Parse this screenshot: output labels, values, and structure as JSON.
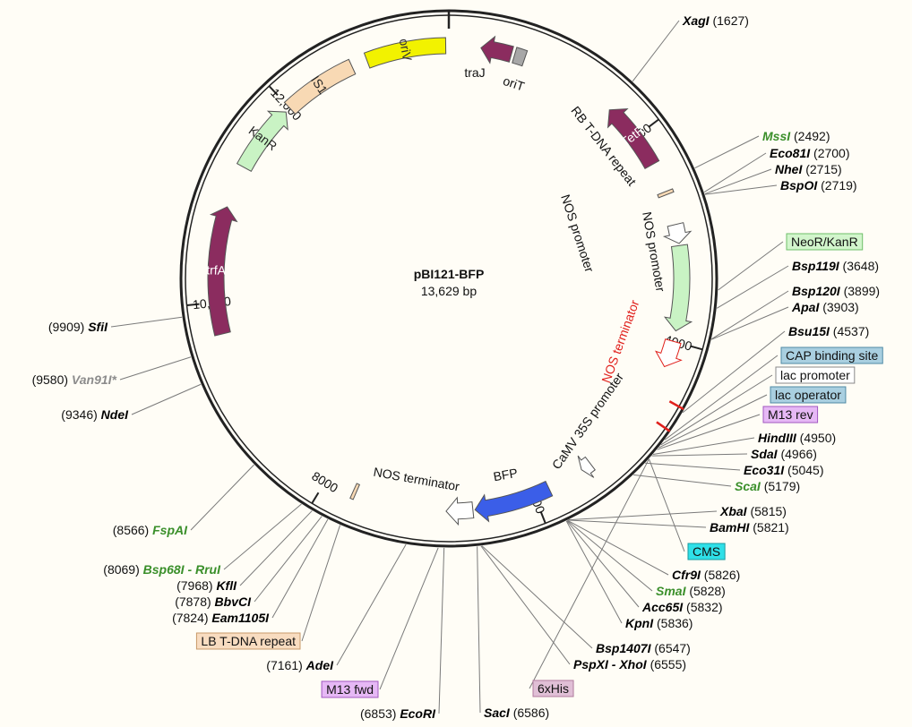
{
  "plasmid": {
    "name": "pBI121-BFP",
    "size_label": "13,629 bp",
    "length": 13629
  },
  "colors": {
    "background": "#fffdf6",
    "backbone": "#222222",
    "enzyme_unique": "#000000",
    "enzyme_green": "#3a8f2a",
    "enzyme_gray": "#8c8c8c",
    "oriV": "#f2f200",
    "traJ": "#8b2c5f",
    "oriT": "#a7a7a7",
    "TetR": "#8b2c5f",
    "trfA": "#8b2c5f",
    "IS1": "#f8d9b4",
    "KanR": "#c9f3c4",
    "NeoR": "#c9f3c4",
    "BFP": "#3b5ee8",
    "promoter": "#ffffff",
    "terminator_red": "#e0201c",
    "LB_T-DNA": "#f8d9b4",
    "RB_T-DNA": "#f8d9b4"
  },
  "ticks": [
    {
      "pos": 2000,
      "label": "2000"
    },
    {
      "pos": 4000,
      "label": "4000"
    },
    {
      "pos": 6000,
      "label": "6000"
    },
    {
      "pos": 8000,
      "label": "8000"
    },
    {
      "pos": 10000,
      "label": "10,000"
    },
    {
      "pos": 12000,
      "label": "12,000"
    }
  ],
  "features": [
    {
      "id": "oriV",
      "label": "oriV",
      "start": 12850,
      "end": 13600,
      "shape": "box",
      "color": "#f2f200",
      "text_color": "#333333",
      "label_inside": true
    },
    {
      "id": "traJ",
      "label": "traJ",
      "start": 300,
      "end": 590,
      "shape": "arrow_ccw",
      "color": "#8b2c5f",
      "label_inside": false
    },
    {
      "id": "oriT",
      "label": "oriT",
      "start": 620,
      "end": 720,
      "shape": "box",
      "color": "#a7a7a7",
      "label_inside": false
    },
    {
      "id": "TetR",
      "label": "TetR",
      "start": 1650,
      "end": 2300,
      "shape": "arrow_ccw",
      "color": "#8b2c5f",
      "text_color": "#ffffff",
      "label_inside": true
    },
    {
      "id": "RB",
      "label": "RB T-DNA repeat",
      "start": 2580,
      "end": 2610,
      "shape": "box",
      "color": "#f8d9b4",
      "label_inside": false
    },
    {
      "id": "NOSp1",
      "label": "NOS promoter",
      "start": 2900,
      "end": 3080,
      "shape": "arrow_cw",
      "color": "#ffffff",
      "label_inside": false
    },
    {
      "id": "NeoR",
      "label": "NeoR/KanR",
      "start": 3100,
      "end": 3900,
      "shape": "arrow_cw",
      "color": "#c9f3c4",
      "label_inside": false
    },
    {
      "id": "NOSt_red",
      "label": "NOS terminator",
      "start": 4000,
      "end": 4250,
      "shape": "arrow_cw",
      "color": "#ffffff",
      "stroke": "#e0201c",
      "label_inside": false
    },
    {
      "id": "CaMV",
      "label": "CaMV 35S promoter",
      "start": 5400,
      "end": 5500,
      "shape": "arrow_cw",
      "color": "#ffffff",
      "label_inside": false
    },
    {
      "id": "BFP",
      "label": "BFP",
      "start": 5850,
      "end": 6570,
      "shape": "arrow_cw",
      "color": "#3b5ee8",
      "label_inside": false
    },
    {
      "id": "NOSt2",
      "label": "NOS terminator",
      "start": 6590,
      "end": 6840,
      "shape": "arrow_cw",
      "color": "#ffffff",
      "label_inside": false
    },
    {
      "id": "LB",
      "label": "LB T-DNA repeat",
      "start": 7700,
      "end": 7730,
      "shape": "box",
      "color": "#f8d9b4",
      "label_inside": false
    },
    {
      "id": "trfA",
      "label": "trfA",
      "start": 9700,
      "end": 10900,
      "shape": "arrow_cw",
      "color": "#8b2c5f",
      "text_color": "#ffffff",
      "label_inside": true
    },
    {
      "id": "KanR",
      "label": "KanR",
      "start": 11300,
      "end": 11950,
      "shape": "arrow_cw",
      "color": "#c9f3c4",
      "label_inside": true
    },
    {
      "id": "IS1",
      "label": "IS1",
      "start": 12000,
      "end": 12700,
      "shape": "box",
      "color": "#f8d9b4",
      "label_inside": true
    }
  ],
  "inner_labels": [
    {
      "id": "traJ-label",
      "text": "traJ"
    },
    {
      "id": "oriT-label",
      "text": "oriT"
    },
    {
      "id": "RB-label",
      "text": "RB T-DNA repeat"
    },
    {
      "id": "NOSp-inner",
      "text": "NOS promoter"
    },
    {
      "id": "NOSp-curve",
      "text": "NOS promoter"
    },
    {
      "id": "NOSt-red-label",
      "text": "NOS terminator"
    },
    {
      "id": "CaMV-label",
      "text": "CaMV 35S promoter"
    },
    {
      "id": "BFP-label",
      "text": "BFP"
    },
    {
      "id": "NOSt2-label",
      "text": "NOS terminator"
    }
  ],
  "right_labels": [
    {
      "name": "XagI",
      "pos": "(1627)",
      "style": "enzyme",
      "color": "#000000"
    },
    {
      "name": "MssI",
      "pos": "(2492)",
      "style": "enzyme",
      "color": "#3a8f2a"
    },
    {
      "name": "Eco81I",
      "pos": "(2700)",
      "style": "enzyme",
      "color": "#000000"
    },
    {
      "name": "NheI",
      "pos": "(2715)",
      "style": "enzyme",
      "color": "#000000"
    },
    {
      "name": "BspOI",
      "pos": "(2719)",
      "style": "enzyme",
      "color": "#000000"
    },
    {
      "name": "NeoR/KanR",
      "pos": "",
      "style": "box",
      "color": "#d2f5cc",
      "border": "#6fbf69"
    },
    {
      "name": "Bsp119I",
      "pos": "(3648)",
      "style": "enzyme",
      "color": "#000000"
    },
    {
      "name": "Bsp120I",
      "pos": "(3899)",
      "style": "enzyme",
      "color": "#000000"
    },
    {
      "name": "ApaI",
      "pos": "(3903)",
      "style": "enzyme",
      "color": "#000000"
    },
    {
      "name": "Bsu15I",
      "pos": "(4537)",
      "style": "enzyme",
      "color": "#000000"
    },
    {
      "name": "CAP binding site",
      "pos": "",
      "style": "box",
      "color": "#a9cfe0",
      "border": "#4f8aa5"
    },
    {
      "name": "lac promoter",
      "pos": "",
      "style": "box",
      "color": "#ffffff",
      "border": "#888888"
    },
    {
      "name": "lac operator",
      "pos": "",
      "style": "box",
      "color": "#a9cfe0",
      "border": "#4f8aa5"
    },
    {
      "name": "M13 rev",
      "pos": "",
      "style": "box",
      "color": "#e6b8f5",
      "border": "#a058c0"
    },
    {
      "name": "HindIII",
      "pos": "(4950)",
      "style": "enzyme",
      "color": "#000000"
    },
    {
      "name": "SdaI",
      "pos": "(4966)",
      "style": "enzyme",
      "color": "#000000"
    },
    {
      "name": "Eco31I",
      "pos": "(5045)",
      "style": "enzyme",
      "color": "#000000"
    },
    {
      "name": "ScaI",
      "pos": "(5179)",
      "style": "enzyme",
      "color": "#3a8f2a"
    },
    {
      "name": "XbaI",
      "pos": "(5815)",
      "style": "enzyme",
      "color": "#000000"
    },
    {
      "name": "BamHI",
      "pos": "(5821)",
      "style": "enzyme",
      "color": "#000000"
    },
    {
      "name": "CMS",
      "pos": "",
      "style": "box",
      "color": "#2fe0e8",
      "border": "#1a9aa0"
    },
    {
      "name": "Cfr9I",
      "pos": "(5826)",
      "style": "enzyme",
      "color": "#000000"
    },
    {
      "name": "SmaI",
      "pos": "(5828)",
      "style": "enzyme",
      "color": "#3a8f2a"
    },
    {
      "name": "Acc65I",
      "pos": "(5832)",
      "style": "enzyme",
      "color": "#000000"
    },
    {
      "name": "KpnI",
      "pos": "(5836)",
      "style": "enzyme",
      "color": "#000000"
    },
    {
      "name": "Bsp1407I",
      "pos": "(6547)",
      "style": "enzyme",
      "color": "#000000"
    },
    {
      "name": "PspXI - XhoI",
      "pos": "(6555)",
      "style": "enzyme",
      "color": "#000000"
    },
    {
      "name": "6xHis",
      "pos": "",
      "style": "box",
      "color": "#e0bfd6",
      "border": "#b07a9e"
    },
    {
      "name": "SacI",
      "pos": "(6586)",
      "style": "enzyme",
      "color": "#000000"
    }
  ],
  "left_labels": [
    {
      "name": "SfiI",
      "pos": "(9909)",
      "style": "enzyme",
      "color": "#000000"
    },
    {
      "name": "Van91I*",
      "pos": "(9580)",
      "style": "enzyme",
      "color": "#8c8c8c"
    },
    {
      "name": "NdeI",
      "pos": "(9346)",
      "style": "enzyme",
      "color": "#000000"
    },
    {
      "name": "FspAI",
      "pos": "(8566)",
      "style": "enzyme",
      "color": "#3a8f2a"
    },
    {
      "name": "Bsp68I - RruI",
      "pos": "(8069)",
      "style": "enzyme",
      "color": "#3a8f2a"
    },
    {
      "name": "KflI",
      "pos": "(7968)",
      "style": "enzyme",
      "color": "#000000"
    },
    {
      "name": "BbvCI",
      "pos": "(7878)",
      "style": "enzyme",
      "color": "#000000"
    },
    {
      "name": "Eam1105I",
      "pos": "(7824)",
      "style": "enzyme",
      "color": "#000000"
    },
    {
      "name": "LB T-DNA repeat",
      "pos": "",
      "style": "box",
      "color": "#f8dcc0",
      "border": "#c89a6a"
    },
    {
      "name": "AdeI",
      "pos": "(7161)",
      "style": "enzyme",
      "color": "#000000"
    },
    {
      "name": "M13 fwd",
      "pos": "",
      "style": "box",
      "color": "#e6b8f5",
      "border": "#a058c0"
    },
    {
      "name": "EcoRI",
      "pos": "(6853)",
      "style": "enzyme",
      "color": "#000000"
    }
  ]
}
